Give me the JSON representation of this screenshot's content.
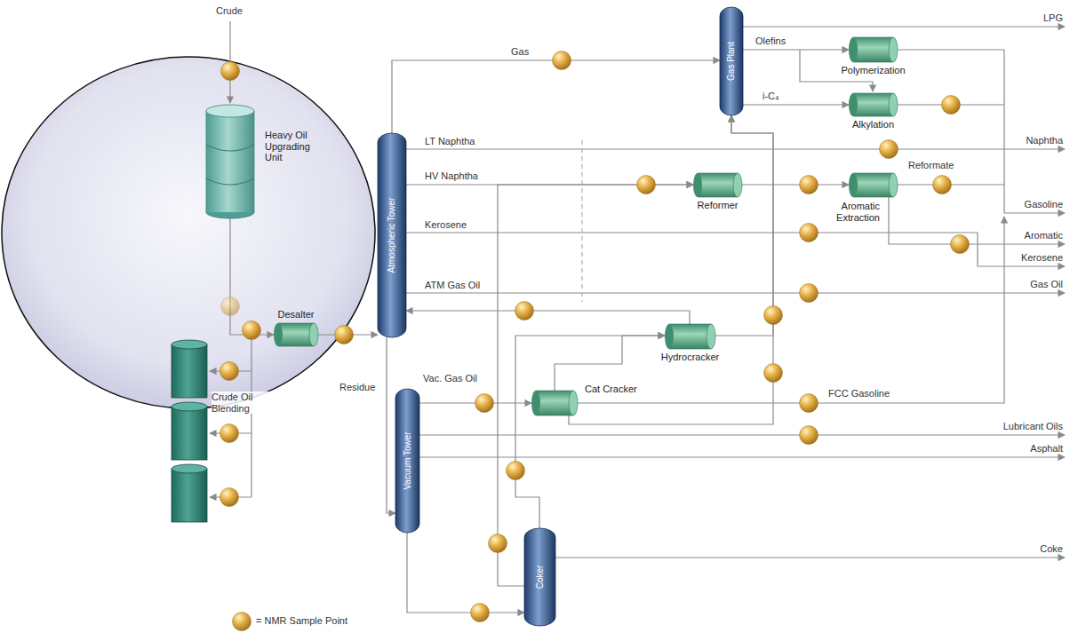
{
  "diagram": {
    "nodes": [
      {
        "text": [
          "Heavy Oil Upgrading Unit"
        ]
      },
      {
        "text": [
          "Desalter"
        ]
      },
      {
        "text": [
          "Atmospheric Tower"
        ]
      },
      {
        "text": [
          "Gas Plant"
        ]
      },
      {
        "text": [
          "Polymerization"
        ]
      },
      {
        "text": [
          "Alkylation"
        ]
      },
      {
        "text": [
          "Reformer"
        ]
      },
      {
        "text": [
          "Aromatic Extraction"
        ]
      },
      {
        "text": [
          "Hydrocracker"
        ]
      },
      {
        "text": [
          "Cat Cracker"
        ]
      },
      {
        "text": [
          "Vacuum Tower"
        ]
      },
      {
        "text": [
          "Coker"
        ]
      }
    ],
    "edges": [
      {
        "from": 0,
        "to": 1,
        "arrow": "to"
      },
      {
        "from": 1,
        "to": 2,
        "arrow": "to"
      },
      {
        "from": 2,
        "to": 3,
        "label": "Gas",
        "arrow": "to"
      },
      {
        "from": 2,
        "to": 6,
        "label": "HV Naphtha",
        "arrow": "to"
      },
      {
        "from": 3,
        "to": 4,
        "label": "Olefins",
        "arrow": "to"
      },
      {
        "from": 3,
        "to": 5,
        "label": "i-C₄",
        "arrow": "to"
      },
      {
        "from": 6,
        "to": 7,
        "arrow": "to"
      },
      {
        "from": 9,
        "to": 8,
        "arrow": "to"
      },
      {
        "from": 8,
        "to": 2,
        "arrow": "to"
      },
      {
        "from": 9,
        "to": 3,
        "arrow": "to"
      },
      {
        "from": 8,
        "to": 3,
        "arrow": "to"
      },
      {
        "from": 2,
        "to": 10,
        "label": "Residue",
        "arrow": "to"
      },
      {
        "from": 10,
        "to": 9,
        "label": "Vac. Gas Oil",
        "arrow": "to"
      },
      {
        "from": 10,
        "to": 11,
        "arrow": "to"
      },
      {
        "from": 11,
        "to": 6,
        "arrow": "to"
      },
      {
        "from": 11,
        "to": 8,
        "arrow": "to"
      }
    ],
    "labels": [
      "Crude",
      "LT Naphtha",
      "Kerosene",
      "ATM Gas Oil",
      "Crude Oil Blending",
      "LPG",
      "Naphtha",
      "Reformate",
      "Gasoline",
      "Aromatic",
      "Kerosene",
      "Gas Oil",
      "FCC Gasoline",
      "Lubricant Oils",
      "Asphalt",
      "Coke"
    ],
    "legend": [
      {
        "text": "= NMR Sample Point"
      }
    ]
  }
}
